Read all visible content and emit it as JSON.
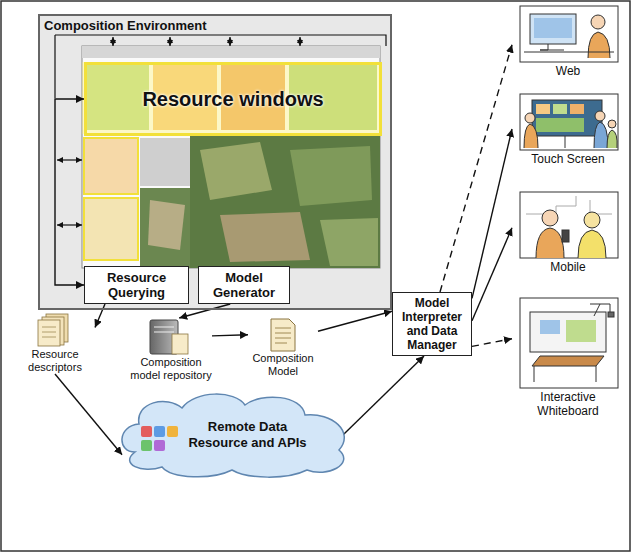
{
  "diagram": {
    "nodes": [
      {
        "text": [
          "Composition Environment"
        ]
      },
      {
        "text": [
          "Resource windows"
        ],
        "in": 0
      },
      {
        "text": [
          "Resource Querying"
        ],
        "in": 0
      },
      {
        "text": [
          "Model Generator"
        ],
        "in": 0
      },
      {
        "text": [
          "Resource descriptors"
        ]
      },
      {
        "text": [
          "Composition model repository"
        ]
      },
      {
        "text": [
          "Composition Model"
        ]
      },
      {
        "text": [
          "Model Interpreter and Data Manager"
        ]
      },
      {
        "text": [
          "Remote Data Resource and APIs"
        ]
      },
      {
        "text": [
          "Web"
        ]
      },
      {
        "text": [
          "Touch Screen"
        ]
      },
      {
        "text": [
          "Mobile"
        ]
      },
      {
        "text": [
          "Interactive Whiteboard"
        ]
      }
    ],
    "edges": [
      {
        "from": 1,
        "to": 2,
        "arrow": "both"
      },
      {
        "from": 2,
        "to": 4,
        "arrow": "to"
      },
      {
        "from": 3,
        "to": 5,
        "arrow": "to"
      },
      {
        "from": 5,
        "to": 6,
        "arrow": "to"
      },
      {
        "from": 6,
        "to": 7,
        "arrow": "to"
      },
      {
        "from": 4,
        "to": 8,
        "arrow": "to"
      },
      {
        "from": 8,
        "to": 7,
        "arrow": "to"
      },
      {
        "from": 7,
        "to": 9,
        "arrow": "to"
      },
      {
        "from": 7,
        "to": 10,
        "arrow": "to"
      },
      {
        "from": 7,
        "to": 11,
        "arrow": "to"
      },
      {
        "from": 7,
        "to": 12,
        "arrow": "to"
      }
    ]
  }
}
